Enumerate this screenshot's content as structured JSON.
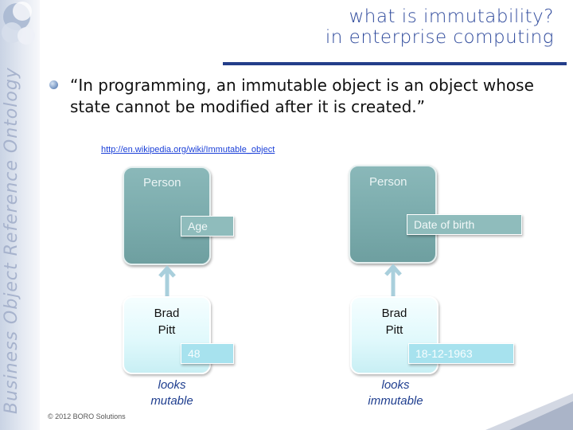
{
  "slide": {
    "title_line1": "what is immutability?",
    "title_line2": "in enterprise computing",
    "sidebar_text": "Business Object Reference Ontology",
    "quote": "“In programming, an immutable object is an object whose state cannot be modified after it is created.”",
    "link": "http://en.wikipedia.org/wiki/Immutable_object",
    "footer": "© 2012 BORO Solutions"
  },
  "diagrams": {
    "left": {
      "class_label": "Person",
      "attribute": "Age",
      "instance_line1": "Brad",
      "instance_line2": "Pitt",
      "value": "48",
      "caption_line1": "looks",
      "caption_line2": "mutable"
    },
    "right": {
      "class_label": "Person",
      "attribute": "Date of birth",
      "instance_line1": "Brad",
      "instance_line2": "Pitt",
      "value": "18-12-1963",
      "caption_line1": "looks",
      "caption_line2": "immutable"
    }
  },
  "colors": {
    "title": "#2f4a9c",
    "rule": "#233e8a",
    "class_box": "#7eafb0",
    "instance_box": "#e1f9fc",
    "caption": "#1f3e8f"
  }
}
